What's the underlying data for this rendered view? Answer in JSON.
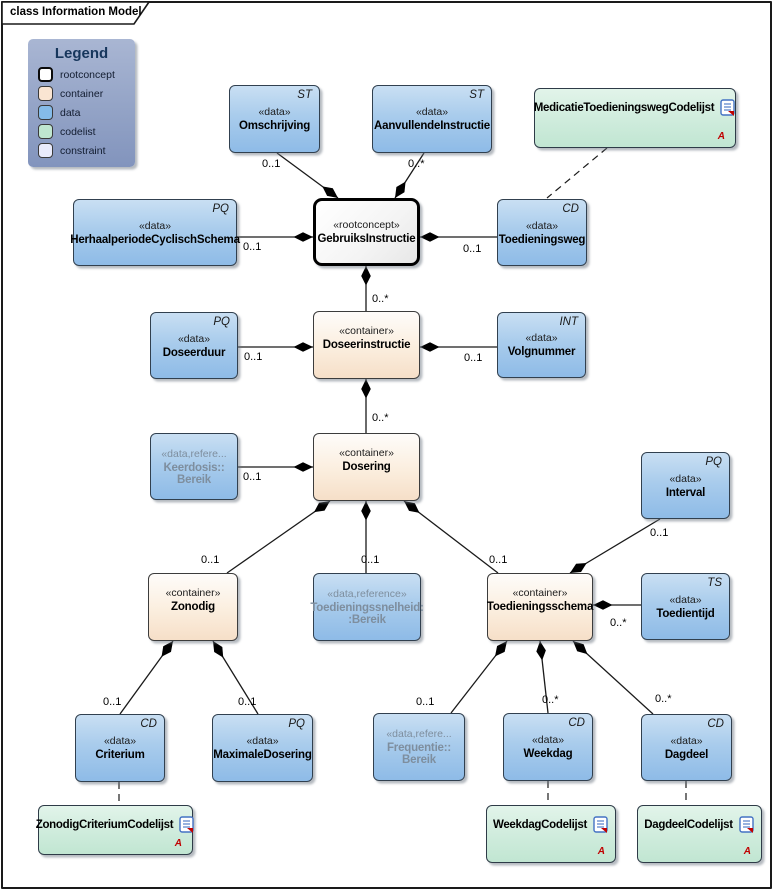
{
  "frame": {
    "tab_title": "class Information Model"
  },
  "legend": {
    "title": "Legend",
    "items": [
      {
        "label": "rootconcept",
        "color": "#ffffff"
      },
      {
        "label": "container",
        "color": "#fae5d2"
      },
      {
        "label": "data",
        "color": "#85bbe8"
      },
      {
        "label": "codelist",
        "color": "#bfe6d0"
      },
      {
        "label": "constraint",
        "color": "#e9ebfb"
      }
    ]
  },
  "colors": {
    "data_fill": "#8ebbe7",
    "container_fill": "#f6dfc8",
    "codelist_fill": "#c1e6d2",
    "rootconcept_fill": "#ffffff",
    "legend_bg": "#93a3c6",
    "reference_text": "#7e8e9e",
    "badge_red": "#c00000",
    "line": "#1a1a1a"
  },
  "nodes": {
    "omschrijving": {
      "stereotype": "«data»",
      "name": "Omschrijving",
      "tag": "ST"
    },
    "aanvullende": {
      "stereotype": "«data»",
      "name": "AanvullendeInstructie",
      "tag": "ST"
    },
    "medicatiecodelijst": {
      "name": "MedicatieToedieningswegCodelijst",
      "badge": "A"
    },
    "gebruiksinstructie": {
      "stereotype": "«rootconcept»",
      "name": "GebruiksInstructie"
    },
    "herhaalperiode": {
      "stereotype": "«data»",
      "name": "HerhaalperiodeCyclischSchema",
      "tag": "PQ"
    },
    "toedieningsweg": {
      "stereotype": "«data»",
      "name": "Toedieningsweg",
      "tag": "CD"
    },
    "doseerinstructie": {
      "stereotype": "«container»",
      "name": "Doseerinstructie"
    },
    "doseerduur": {
      "stereotype": "«data»",
      "name": "Doseerduur",
      "tag": "PQ"
    },
    "volgnummer": {
      "stereotype": "«data»",
      "name": "Volgnummer",
      "tag": "INT"
    },
    "dosering": {
      "stereotype": "«container»",
      "name": "Dosering"
    },
    "keerdosis": {
      "stereotype": "«data,refere...",
      "name": "Keerdosis::",
      "name2": "Bereik"
    },
    "interval": {
      "stereotype": "«data»",
      "name": "Interval",
      "tag": "PQ"
    },
    "zonodig": {
      "stereotype": "«container»",
      "name": "Zonodig"
    },
    "toedieningssnelheid": {
      "stereotype": "«data,reference»",
      "name": "Toedieningssnelheid:",
      "name2": ":Bereik"
    },
    "toedieningsschema": {
      "stereotype": "«container»",
      "name": "Toedieningsschema"
    },
    "toedientijd": {
      "stereotype": "«data»",
      "name": "Toedientijd",
      "tag": "TS"
    },
    "criterium": {
      "stereotype": "«data»",
      "name": "Criterium",
      "tag": "CD"
    },
    "maximaledosering": {
      "stereotype": "«data»",
      "name": "MaximaleDosering",
      "tag": "PQ"
    },
    "frequentie": {
      "stereotype": "«data,refere...",
      "name": "Frequentie::",
      "name2": "Bereik"
    },
    "weekdag": {
      "stereotype": "«data»",
      "name": "Weekdag",
      "tag": "CD"
    },
    "dagdeel": {
      "stereotype": "«data»",
      "name": "Dagdeel",
      "tag": "CD"
    },
    "zonodigcodelijst": {
      "name": "ZonodigCriteriumCodelijst",
      "badge": "A"
    },
    "weekdagcodelijst": {
      "name": "WeekdagCodelijst",
      "badge": "A"
    },
    "dagdeelcodelijst": {
      "name": "DagdeelCodelijst",
      "badge": "A"
    }
  },
  "edges": [
    {
      "from": "GebruiksInstructie",
      "to": "Omschrijving",
      "label": "0..1",
      "type": "composition"
    },
    {
      "from": "GebruiksInstructie",
      "to": "AanvullendeInstructie",
      "label": "0..*",
      "type": "composition"
    },
    {
      "from": "GebruiksInstructie",
      "to": "HerhaalperiodeCyclischSchema",
      "label": "0..1",
      "type": "composition"
    },
    {
      "from": "GebruiksInstructie",
      "to": "Toedieningsweg",
      "label": "0..1",
      "type": "composition"
    },
    {
      "from": "GebruiksInstructie",
      "to": "Doseerinstructie",
      "label": "0..*",
      "type": "composition"
    },
    {
      "from": "Doseerinstructie",
      "to": "Doseerduur",
      "label": "0..1",
      "type": "composition"
    },
    {
      "from": "Doseerinstructie",
      "to": "Volgnummer",
      "label": "0..1",
      "type": "composition"
    },
    {
      "from": "Doseerinstructie",
      "to": "Dosering",
      "label": "0..*",
      "type": "composition"
    },
    {
      "from": "Dosering",
      "to": "Keerdosis::Bereik",
      "label": "0..1",
      "type": "composition"
    },
    {
      "from": "Dosering",
      "to": "Zonodig",
      "label": "0..1",
      "type": "composition"
    },
    {
      "from": "Dosering",
      "to": "Toedieningssnelheid::Bereik",
      "label": "0..1",
      "type": "composition"
    },
    {
      "from": "Dosering",
      "to": "Toedieningsschema",
      "label": "0..1",
      "type": "composition"
    },
    {
      "from": "Toedieningsschema",
      "to": "Interval",
      "label": "0..1",
      "type": "composition"
    },
    {
      "from": "Toedieningsschema",
      "to": "Toedientijd",
      "label": "0..*",
      "type": "composition"
    },
    {
      "from": "Zonodig",
      "to": "Criterium",
      "label": "0..1",
      "type": "composition"
    },
    {
      "from": "Zonodig",
      "to": "MaximaleDosering",
      "label": "0..1",
      "type": "composition"
    },
    {
      "from": "Toedieningsschema",
      "to": "Frequentie::Bereik",
      "label": "0..1",
      "type": "composition"
    },
    {
      "from": "Toedieningsschema",
      "to": "Weekdag",
      "label": "0..*",
      "type": "composition"
    },
    {
      "from": "Toedieningsschema",
      "to": "Dagdeel",
      "label": "0..*",
      "type": "composition"
    },
    {
      "from": "MedicatieToedieningswegCodelijst",
      "to": "Toedieningsweg",
      "label": "",
      "type": "dependency"
    },
    {
      "from": "Criterium",
      "to": "ZonodigCriteriumCodelijst",
      "label": "",
      "type": "dependency"
    },
    {
      "from": "Weekdag",
      "to": "WeekdagCodelijst",
      "label": "",
      "type": "dependency"
    },
    {
      "from": "Dagdeel",
      "to": "DagdeelCodelijst",
      "label": "",
      "type": "dependency"
    }
  ]
}
